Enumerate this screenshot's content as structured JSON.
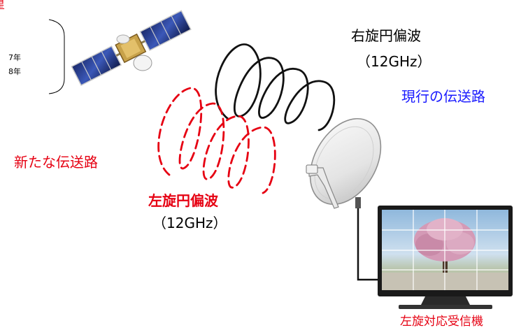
{
  "labels": {
    "cut_title": "星",
    "year_a": "7年",
    "year_b": "8年",
    "right_polarization": "右旋円偏波",
    "right_frequency": "（12GHz）",
    "current_path": "現行の伝送路",
    "new_path": "新たな伝送路",
    "left_polarization": "左旋円偏波",
    "left_frequency": "（12GHz）",
    "receiver": "左旋対応受信機"
  },
  "colors": {
    "red_accent": "#e60012",
    "blue_accent": "#1a1aff",
    "black_wave": "#111111"
  },
  "icons": {
    "satellite": "satellite-icon",
    "dish": "parabolic-antenna-icon",
    "tv": "television-icon"
  }
}
